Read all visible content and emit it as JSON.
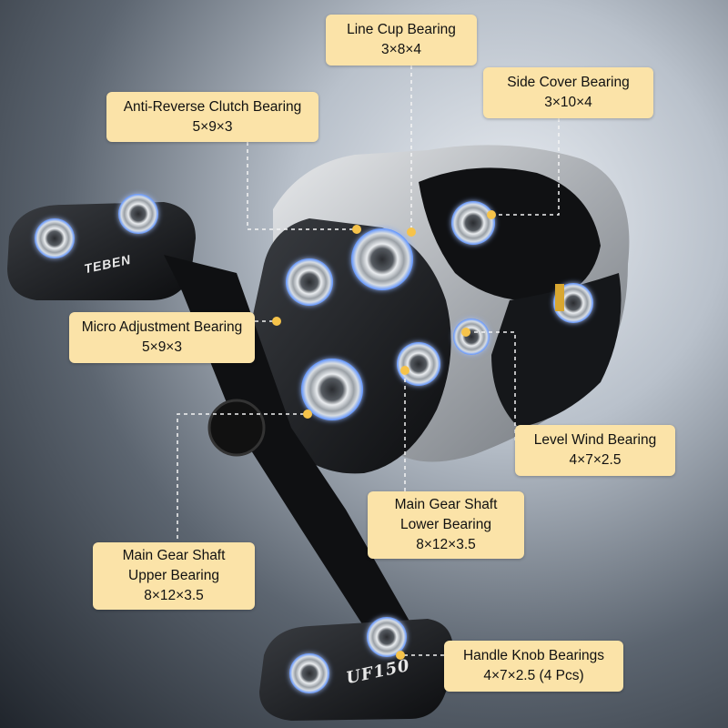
{
  "product": {
    "brand": "TEBEN",
    "model": "UF150"
  },
  "callouts": {
    "line_cup": {
      "name": "Line Cup Bearing",
      "size": "3×8×4"
    },
    "side_cover": {
      "name": "Side Cover Bearing",
      "size": "3×10×4"
    },
    "anti_reverse": {
      "name": "Anti-Reverse Clutch Bearing",
      "size": "5×9×3"
    },
    "micro_adjust": {
      "name": "Micro Adjustment Bearing",
      "size": "5×9×3"
    },
    "level_wind": {
      "name": "Level Wind Bearing",
      "size": "4×7×2.5"
    },
    "main_lower": {
      "name_line1": "Main Gear Shaft",
      "name_line2": "Lower Bearing",
      "size": "8×12×3.5"
    },
    "main_upper": {
      "name_line1": "Main Gear Shaft",
      "name_line2": "Upper Bearing",
      "size": "8×12×3.5"
    },
    "handle_knob": {
      "name": "Handle Knob Bearings",
      "size": "4×7×2.5 (4 Pcs)"
    }
  },
  "colors": {
    "callout_bg": "#fbe3a8",
    "reel_black": "#111214",
    "reel_silver": "#b5b8bc",
    "bearing_glow": "#4a8cff",
    "marker_dot": "#f6c34a"
  }
}
